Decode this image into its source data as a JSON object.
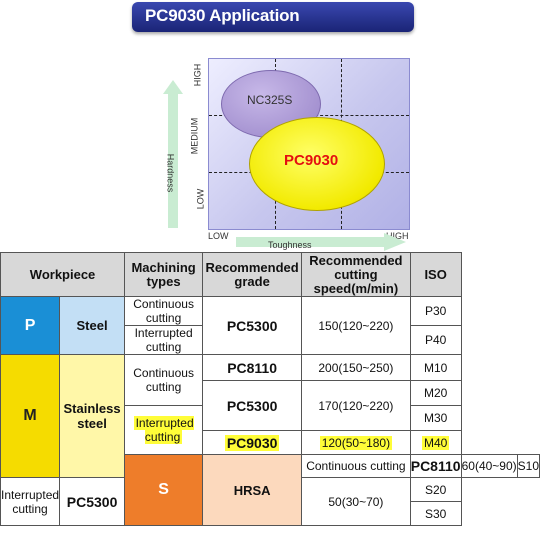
{
  "title": "PC9030 Application",
  "diagram": {
    "y_axis_label": "Hardness",
    "x_axis_label": "Toughness",
    "y_ticks": [
      "HIGH",
      "MEDIUM",
      "LOW"
    ],
    "x_ticks": [
      "LOW",
      "HIGH"
    ],
    "grades": [
      {
        "name": "NC325S",
        "color": "#a896d4"
      },
      {
        "name": "PC9030",
        "color": "#f6ef10",
        "label_color": "#e41010"
      }
    ]
  },
  "table": {
    "headers": {
      "workpiece": "Workpiece",
      "machining": "Machining types",
      "grade": "Recommended grade",
      "speed": "Recommended cutting speed(m/min)",
      "iso": "ISO"
    },
    "groups": {
      "P": {
        "letter": "P",
        "name": "Steel",
        "letter_color": "#1a8fd6",
        "bg": "#c3dff5"
      },
      "M": {
        "letter": "M",
        "name": "Stainless steel",
        "letter_color": "#f5dc00",
        "bg": "#fff7a8"
      },
      "S": {
        "letter": "S",
        "name": "HRSA",
        "letter_color": "#ee7d2a",
        "bg": "#fcd9bd"
      }
    },
    "machining": {
      "continuous": "Continuous cutting",
      "interrupted": "Interrupted cutting"
    },
    "rows": {
      "p1": {
        "grade": "PC5300",
        "speed": "150(120~220)",
        "iso": [
          "P30",
          "P40"
        ]
      },
      "m1": {
        "grade": "PC8110",
        "speed": "200(150~250)",
        "iso": "M10"
      },
      "m2": {
        "grade": "PC5300",
        "speed": "170(120~220)",
        "iso": [
          "M20",
          "M30"
        ]
      },
      "m3": {
        "grade": "PC9030",
        "speed": "120(50~180)",
        "iso": "M40"
      },
      "s1": {
        "grade": "PC8110",
        "speed": "60(40~90)",
        "iso": "S10"
      },
      "s2": {
        "grade": "PC5300",
        "speed": "50(30~70)",
        "iso": [
          "S20",
          "S30"
        ]
      }
    },
    "highlight_color": "#fffd38"
  }
}
